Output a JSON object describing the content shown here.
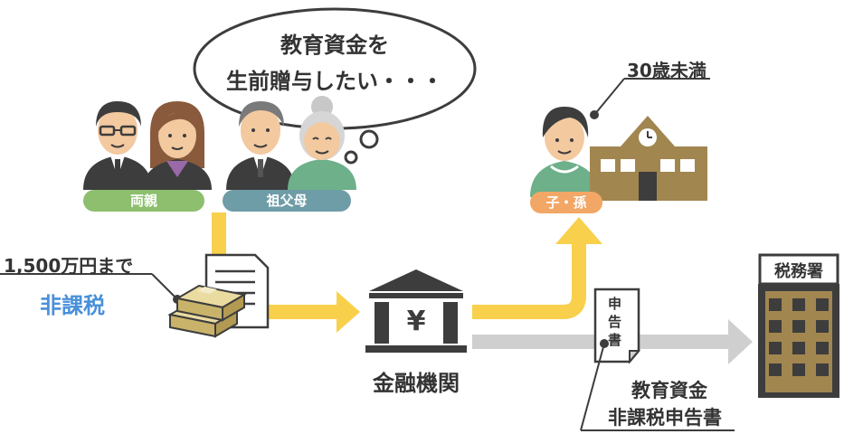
{
  "speech_bubble": {
    "line1": "教育資金を",
    "line2": "生前贈与したい・・・"
  },
  "labels": {
    "parents": "両親",
    "grandparents": "祖父母",
    "child": "子・孫",
    "age_limit": "30歳未満",
    "amount": "1,500万円まで",
    "tax_free": "非課税",
    "bank": "金融機関",
    "bank_symbol": "¥",
    "tax_office": "税務署",
    "form_title": "申告書",
    "form_name_line1": "教育資金",
    "form_name_line2": "非課税申告書"
  },
  "colors": {
    "flow_arrow": "#f9d04c",
    "report_arrow": "#cfcfcf",
    "parents_pill": "#8dbf6e",
    "grandparents_pill": "#6e9ca7",
    "child_pill": "#f2a766",
    "tax_free_text": "#4a90d9",
    "building": "#a28650",
    "dark": "#3d3d3d"
  }
}
